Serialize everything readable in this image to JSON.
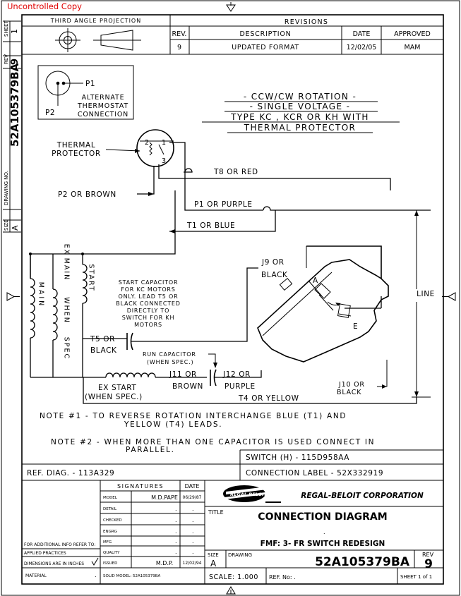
{
  "watermark": "Uncontrolled Copy",
  "projection": {
    "title": "THIRD ANGLE PROJECTION"
  },
  "side_strip": {
    "sheet_label": "SHEET",
    "sheet_value": "1",
    "rev_label": "REV",
    "rev_value": "9",
    "drawing_no_label": "DRAWING NO.",
    "drawing_no": "52A105379BA",
    "size_label": "SIZE",
    "size_value": "A"
  },
  "revisions": {
    "title": "REVISIONS",
    "headers": [
      "REV.",
      "DESCRIPTION",
      "DATE",
      "APPROVED"
    ],
    "rows": [
      {
        "rev": "9",
        "description": "UPDATED FORMAT",
        "date": "12/02/05",
        "approved": "MAM"
      }
    ]
  },
  "alt_thermostat": {
    "p1": "P1",
    "p2": "P2",
    "lines": [
      "ALTERNATE",
      "THERMOSTAT",
      "CONNECTION"
    ]
  },
  "heading": [
    "- CCW/CW ROTATION -",
    "- SINGLE VOLTAGE -",
    "TYPE KC , KCR OR KH WITH",
    "THERMAL PROTECTOR"
  ],
  "wiring": {
    "thermal_protector": [
      "THERMAL",
      "PROTECTOR"
    ],
    "term_1": "1",
    "term_2": "2",
    "term_3": "3",
    "t8": "T8 OR RED",
    "p2": "P2 OR BROWN",
    "p1": "P1 OR PURPLE",
    "t1": "T1 OR BLUE",
    "line": "LINE",
    "j9": [
      "J9 OR",
      "BLACK"
    ],
    "switch_a": "A",
    "switch_e": "E",
    "j10": [
      "J10 OR",
      "BLACK"
    ],
    "main_vertical": "MAIN",
    "ex_main_vertical": [
      "EX",
      "MAIN",
      "WHEN",
      "SPEC"
    ],
    "start_vertical": "START",
    "start_cap_note": [
      "START CAPACITOR",
      "FOR KC MOTORS",
      "ONLY. LEAD T5 OR",
      "BLACK CONNECTED",
      "DIRECTLY TO",
      "SWITCH FOR KH",
      "MOTORS"
    ],
    "t5": [
      "T5 OR",
      "BLACK"
    ],
    "run_cap": [
      "RUN CAPACITOR",
      "(WHEN SPEC.)"
    ],
    "j11": [
      "J11 OR",
      "BROWN"
    ],
    "j12": [
      "J12 OR",
      "PURPLE"
    ],
    "ex_start": [
      "EX START",
      "(WHEN SPEC.)"
    ],
    "t4": "T4 OR YELLOW"
  },
  "notes": {
    "note1": [
      "NOTE #1 - TO REVERSE ROTATION INTERCHANGE BLUE (T1) AND",
      "YELLOW (T4) LEADS."
    ],
    "note2": [
      "NOTE #2 - WHEN MORE THAN ONE CAPACITOR IS USED CONNECT IN",
      "PARALLEL."
    ]
  },
  "title_block": {
    "switch": "SWITCH (H) - 115D958AA",
    "ref_diag": "REF. DIAG. - 113A329",
    "connection_label": "CONNECTION LABEL - 52X332919",
    "signatures_header": "SIGNATURES",
    "date_header": "DATE",
    "sig_rows": [
      {
        "role": "MODEL",
        "name": "M.D.PAPE",
        "date": "06/29/87"
      },
      {
        "role": "DETAIL",
        "name": ".",
        "date": "."
      },
      {
        "role": "CHECKED",
        "name": ".",
        "date": "."
      },
      {
        "role": "ENGRG",
        "name": ".",
        "date": "."
      },
      {
        "role": "MFG",
        "name": ".",
        "date": "."
      },
      {
        "role": "QUALITY",
        "name": ".",
        "date": "."
      },
      {
        "role": "ISSUED",
        "name": "M.D.P.",
        "date": "12/02/94"
      }
    ],
    "solid_model": "SOLID MODEL: 52A105379BA",
    "info_label": "FOR ADDITIONAL INFO REFER TO:",
    "applied_practices": "APPLIED PRACTICES",
    "dimensions": "DIMENSIONS ARE IN INCHES",
    "material": "MATERIAL",
    "material_value": ".",
    "logo_text": "REGAL BELOIT",
    "company": "REGAL-BELOIT CORPORATION",
    "title_label": "TITLE",
    "title": "CONNECTION DIAGRAM",
    "title_dot": ".",
    "subtitle": "FMF: 3- FR SWITCH REDESIGN",
    "size_label": "SIZE",
    "size": "A",
    "drawing_label": "DRAWING",
    "drawing_no": "52A105379BA",
    "rev_label": "REV",
    "rev": "9",
    "scale": "SCALE: 1.000",
    "ref_no": "REF. No: .",
    "sheet": "SHEET 1 of 1"
  },
  "colors": {
    "watermark": "#e00000",
    "ink": "#000000"
  }
}
